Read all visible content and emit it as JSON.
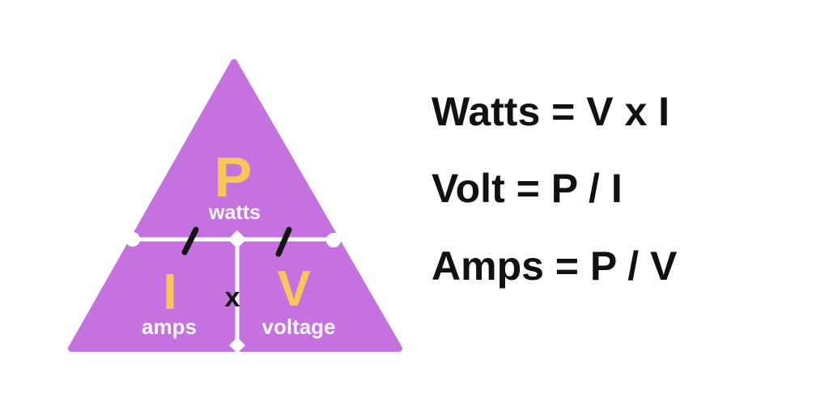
{
  "background_color": "#ffffff",
  "colors": {
    "triangle_purple": "#c572e0",
    "symbol_yellow": "#f6c85a",
    "label_white": "#fdf8fe",
    "connector_white": "#ffffff",
    "operator_black": "#141414",
    "formula_black": "#111111"
  },
  "triangle": {
    "top_section": {
      "symbol": "P",
      "label": "watts"
    },
    "bottom_left_section": {
      "symbol": "I",
      "label": "amps"
    },
    "bottom_right_section": {
      "symbol": "V",
      "label": "voltage"
    },
    "operators": {
      "multiply": "x",
      "divide_left": "/",
      "divide_right": "/"
    }
  },
  "formulas": [
    {
      "text": "Watts = V x I"
    },
    {
      "text": "Volt = P / I"
    },
    {
      "text": "Amps = P / V"
    }
  ]
}
